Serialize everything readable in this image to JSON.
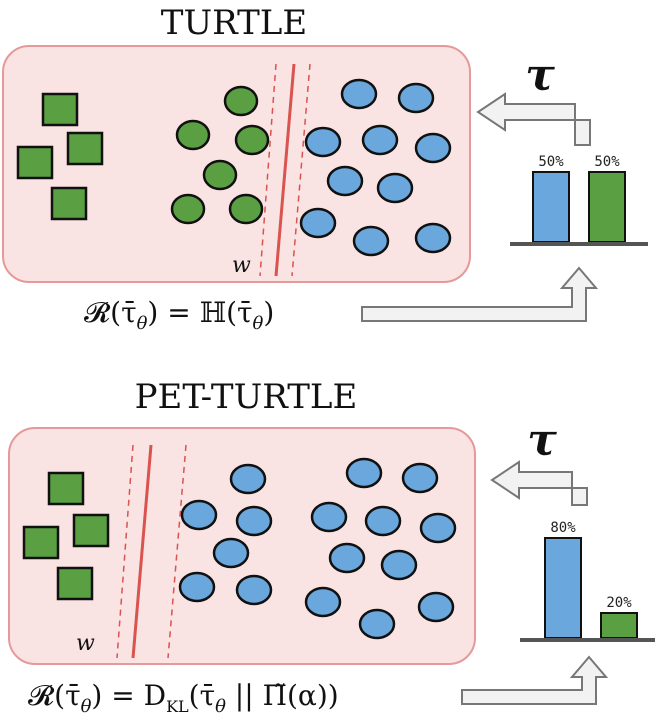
{
  "colors": {
    "panel_fill": "#fae3e3",
    "panel_stroke": "#e59999",
    "blue": "#6aa7dc",
    "green": "#5aa043",
    "boundary": "#d9534f",
    "axis": "#555555",
    "arrow_fill": "#f2f2f2",
    "arrow_stroke": "#777777"
  },
  "top": {
    "title": "TURTLE",
    "tau": "τ",
    "w_label": "w",
    "bars": [
      {
        "label": "50%",
        "value": 0.5,
        "color": "#6aa7dc"
      },
      {
        "label": "50%",
        "value": 0.5,
        "color": "#5aa043"
      }
    ],
    "formula": {
      "lhs": "𝓡(τ̄",
      "sub1": "θ",
      "mid": ") = ℍ(τ̄",
      "sub2": "θ",
      "end": ")"
    }
  },
  "bottom": {
    "title": "PET-TURTLE",
    "tau": "τ",
    "w_label": "w",
    "bars": [
      {
        "label": "80%",
        "value": 0.8,
        "color": "#6aa7dc"
      },
      {
        "label": "20%",
        "value": 0.2,
        "color": "#5aa043"
      }
    ],
    "formula": {
      "lhs": "𝓡(τ̄",
      "sub1": "θ",
      "mid": ") = D",
      "kl": "KL",
      "open": "(τ̄",
      "sub2": "θ",
      "sep": " || Π̃(α))"
    }
  }
}
